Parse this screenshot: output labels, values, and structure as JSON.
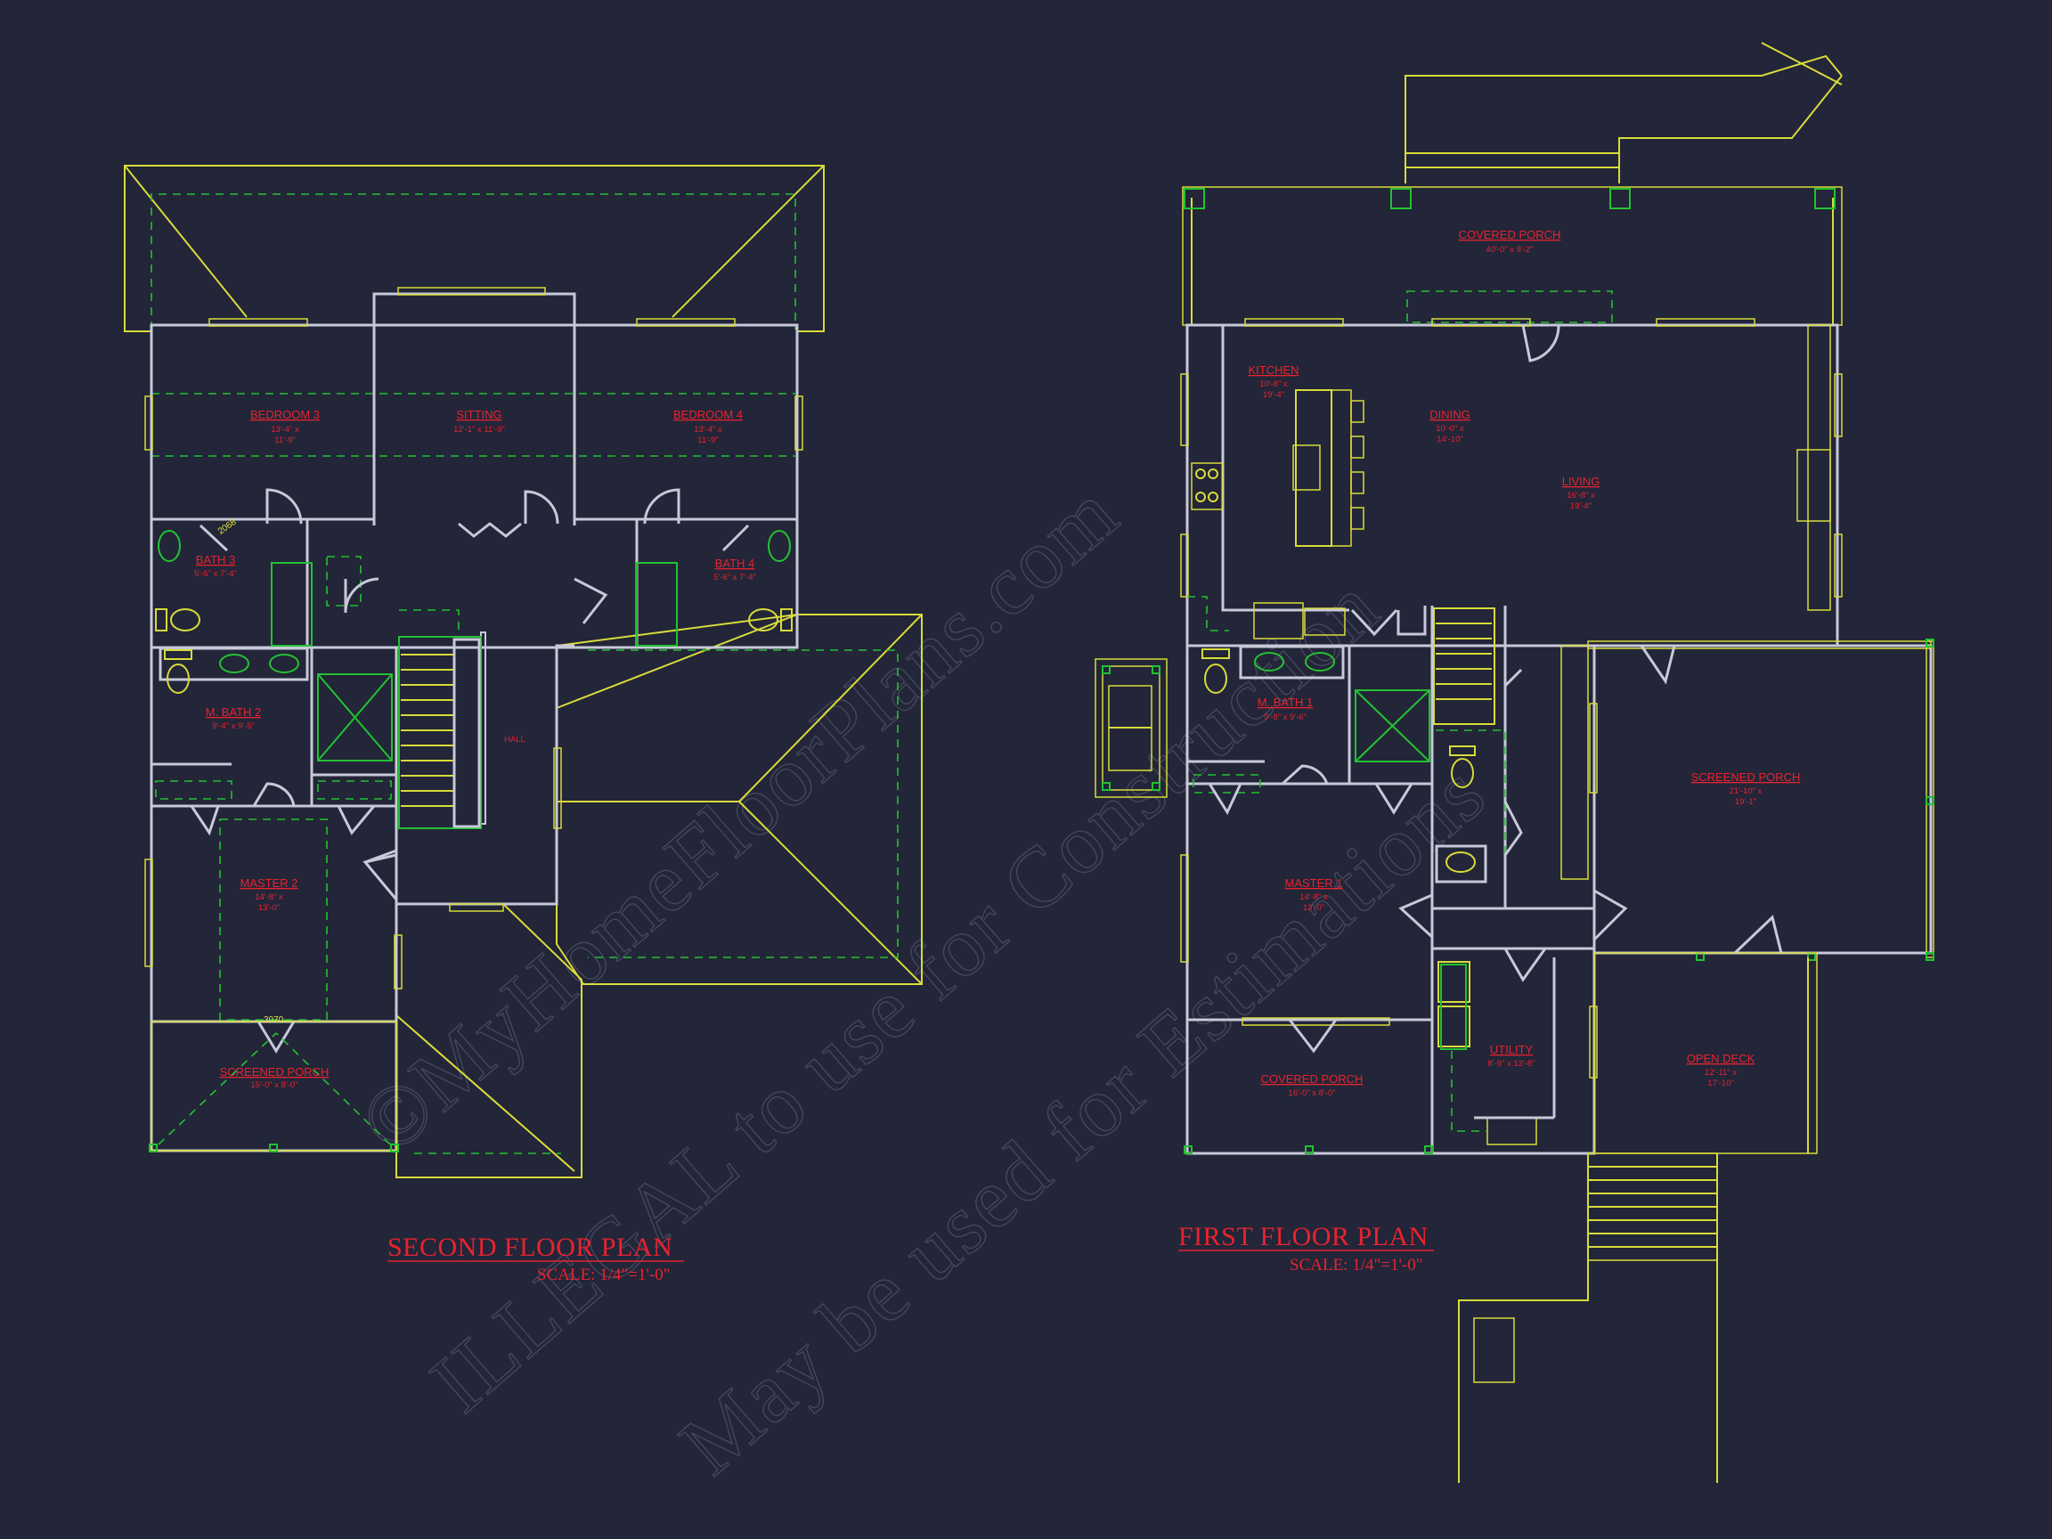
{
  "colors": {
    "background": "#232538",
    "roof_lines": "#d8dc3a",
    "walls": "#c7c9d9",
    "fixtures_dashed": "#22c231",
    "labels": "#e8232f",
    "watermark": "#50526a"
  },
  "watermark": {
    "line1": "©MyHomeFloorPlans.com",
    "line2": "ILLEGAL to use for Construction",
    "line3": "May be used for Estimations"
  },
  "second_floor": {
    "title": "SECOND FLOOR PLAN",
    "scale": "SCALE: 1/4\"=1'-0\"",
    "tags": {
      "door_a": "2068",
      "door_b": "3070"
    },
    "rooms": [
      {
        "name": "BEDROOM 3",
        "dim1": "13'-4\" x",
        "dim2": "11'-9\""
      },
      {
        "name": "SITTING",
        "dim1": "12'-1\" x 11'-9\"",
        "dim2": ""
      },
      {
        "name": "BEDROOM 4",
        "dim1": "13'-4\" x",
        "dim2": "11'-9\""
      },
      {
        "name": "BATH 3",
        "dim1": "5'-6\" x 7'-4\"",
        "dim2": ""
      },
      {
        "name": "BATH 4",
        "dim1": "5'-6\" x 7'-4\"",
        "dim2": ""
      },
      {
        "name": "M. BATH 2",
        "dim1": "9'-4\" x 9'-5\"",
        "dim2": ""
      },
      {
        "name": "HALL",
        "dim1": "",
        "dim2": ""
      },
      {
        "name": "MASTER 2",
        "dim1": "14'-8\" x",
        "dim2": "13'-0\""
      },
      {
        "name": "SCREENED PORCH",
        "dim1": "15'-0\" x 8'-0\"",
        "dim2": ""
      }
    ]
  },
  "first_floor": {
    "title": "FIRST FLOOR PLAN",
    "scale": "SCALE: 1/4\"=1'-0\"",
    "rooms": [
      {
        "name": "COVERED PORCH",
        "dim1": "40'-0\" x 9'-2\"",
        "dim2": ""
      },
      {
        "name": "KITCHEN",
        "dim1": "10'-8\" x",
        "dim2": "19'-4\""
      },
      {
        "name": "DINING",
        "dim1": "10'-0\" x",
        "dim2": "14'-10\""
      },
      {
        "name": "LIVING",
        "dim1": "16'-8\" x",
        "dim2": "19'-4\""
      },
      {
        "name": "M. BATH 1",
        "dim1": "9'-8\" x 9'-6\"",
        "dim2": ""
      },
      {
        "name": "SCREENED PORCH",
        "dim1": "21'-10\" x",
        "dim2": "19'-1\""
      },
      {
        "name": "MASTER 1",
        "dim1": "14'-8\" x",
        "dim2": "13'-0\""
      },
      {
        "name": "UTILITY",
        "dim1": "8'-9\" x 13'-8\"",
        "dim2": ""
      },
      {
        "name": "OPEN DECK",
        "dim1": "12'-11\" x",
        "dim2": "17'-10\""
      },
      {
        "name": "COVERED PORCH",
        "dim1": "16'-0\" x 8'-0\"",
        "dim2": ""
      }
    ]
  }
}
